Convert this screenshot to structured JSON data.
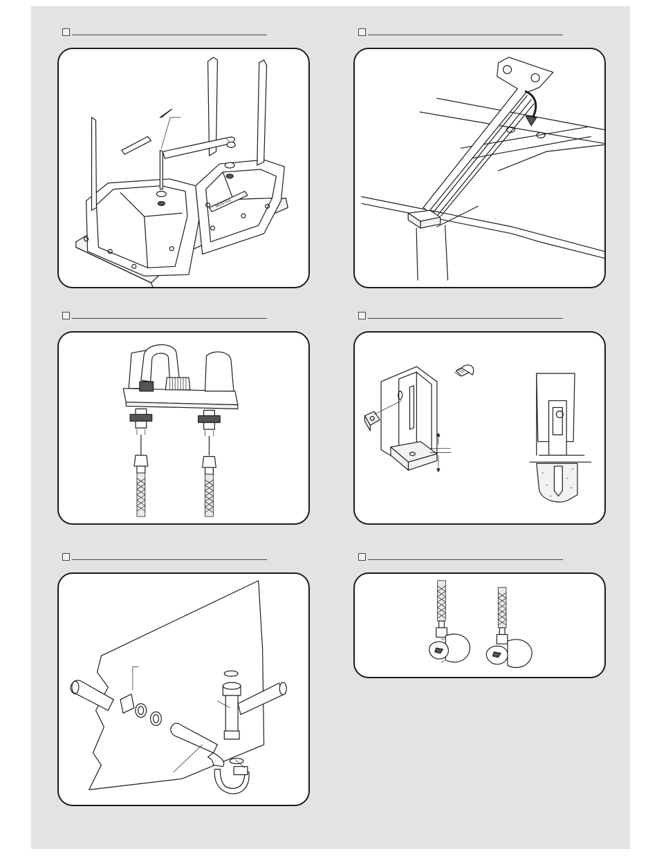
{
  "page": {
    "sections": [
      {
        "id": "tub-assembly",
        "heading": "",
        "brand_label": "MUSTEE"
      },
      {
        "id": "mounting-bracket",
        "heading": ""
      },
      {
        "id": "faucet-installation",
        "heading": ""
      },
      {
        "id": "leg-bracket-anchor",
        "heading": ""
      },
      {
        "id": "drain-trap",
        "heading": ""
      },
      {
        "id": "supply-valves",
        "heading": ""
      }
    ]
  }
}
